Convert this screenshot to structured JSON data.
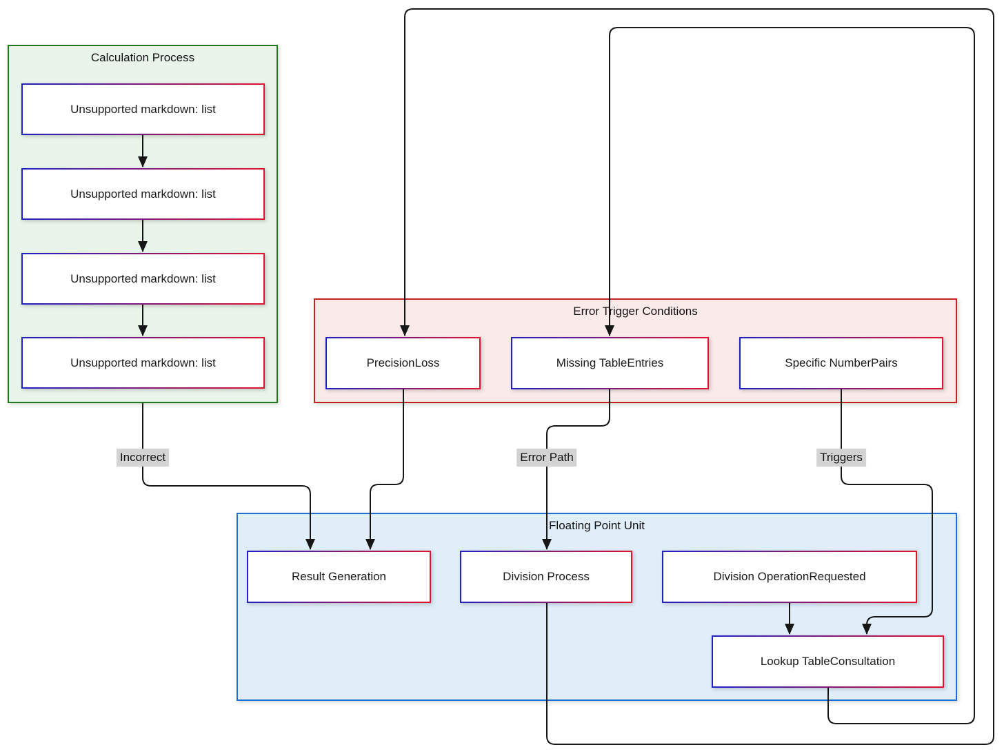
{
  "diagram": {
    "containers": {
      "calculation": {
        "title": "Calculation Process"
      },
      "error": {
        "title": "Error Trigger Conditions"
      },
      "fpu": {
        "title": "Floating Point Unit"
      }
    },
    "nodes": {
      "calc1": {
        "label": "Unsupported markdown: list"
      },
      "calc2": {
        "label": "Unsupported markdown: list"
      },
      "calc3": {
        "label": "Unsupported markdown: list"
      },
      "calc4": {
        "label": "Unsupported markdown: list"
      },
      "precision_loss": {
        "label": "PrecisionLoss"
      },
      "missing_entries": {
        "label": "Missing TableEntries"
      },
      "specific_pairs": {
        "label": "Specific NumberPairs"
      },
      "result_generation": {
        "label": "Result Generation"
      },
      "division_process": {
        "label": "Division Process"
      },
      "division_requested": {
        "label": "Division OperationRequested"
      },
      "lookup_table": {
        "label": "Lookup TableConsultation"
      }
    },
    "edge_labels": {
      "incorrect": "Incorrect",
      "error_path": "Error Path",
      "triggers": "Triggers"
    },
    "colors": {
      "calculation_bg": "#e9f5ea",
      "calculation_border": "#1f7a1f",
      "error_bg": "#fbeaea",
      "error_border": "#c42222",
      "fpu_bg": "#e0eefa",
      "fpu_border": "#1d6fd1",
      "node_border_left": "#2121c4",
      "node_border_right": "#e01330",
      "node_bg": "#ffffff",
      "edge_stroke": "#161616",
      "edge_label_bg": "#d3d3d3",
      "text": "#111111"
    }
  }
}
